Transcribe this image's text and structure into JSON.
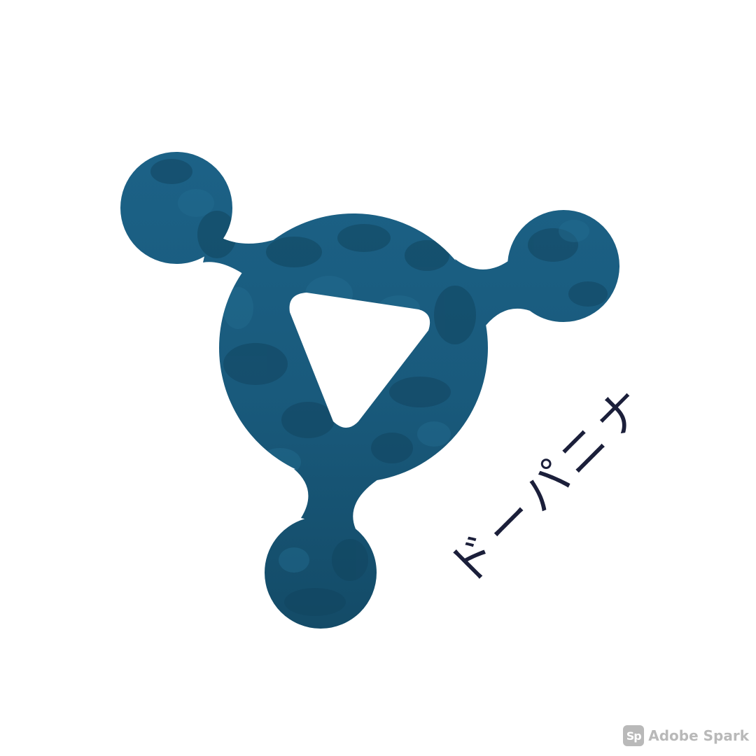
{
  "logo": {
    "name": "molecule-play-logo",
    "colors": {
      "base": "#1a5b7c",
      "dark": "#12425c",
      "light": "#236c91",
      "background": "#ffffff",
      "text": "#1b1f3a"
    }
  },
  "brand_text": "ドーパニナ",
  "watermark": {
    "badge": "Sp",
    "label": "Adobe Spark",
    "color": "#b9b9b9"
  }
}
